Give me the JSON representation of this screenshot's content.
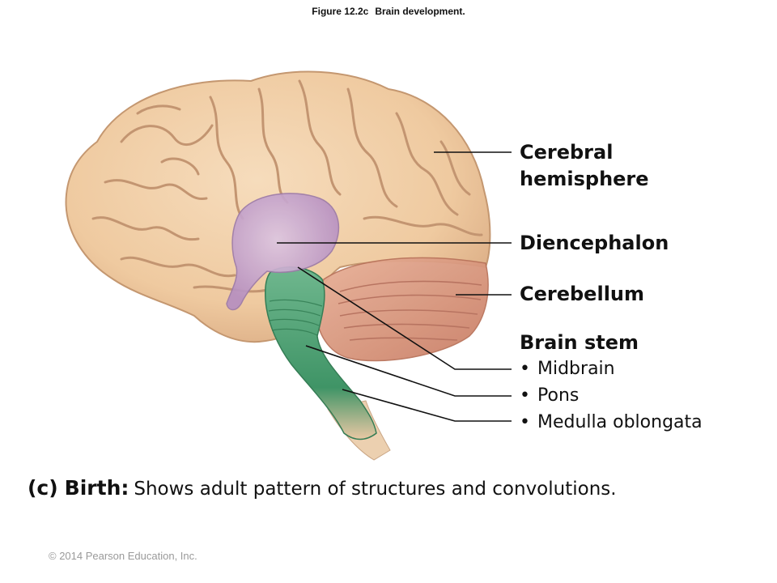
{
  "figure": {
    "number": "Figure 12.2c",
    "title": "Brain development."
  },
  "labels": {
    "cerebral_line1": "Cerebral",
    "cerebral_line2": "hemisphere",
    "diencephalon": "Diencephalon",
    "cerebellum": "Cerebellum",
    "brain_stem": "Brain stem",
    "midbrain": "Midbrain",
    "pons": "Pons",
    "medulla": "Medulla oblongata"
  },
  "caption": {
    "letter": "(c)",
    "term": "Birth:",
    "text": "Shows adult pattern of structures and convolutions."
  },
  "copyright": "© 2014 Pearson Education, Inc.",
  "colors": {
    "cerebrum": "#f1cfa6",
    "cerebrum_fold": "#c99a74",
    "diencephalon": "#c8a8cf",
    "cerebellum": "#d9987e",
    "brain_stem": "#4e9f73",
    "leader_line": "#111111"
  }
}
